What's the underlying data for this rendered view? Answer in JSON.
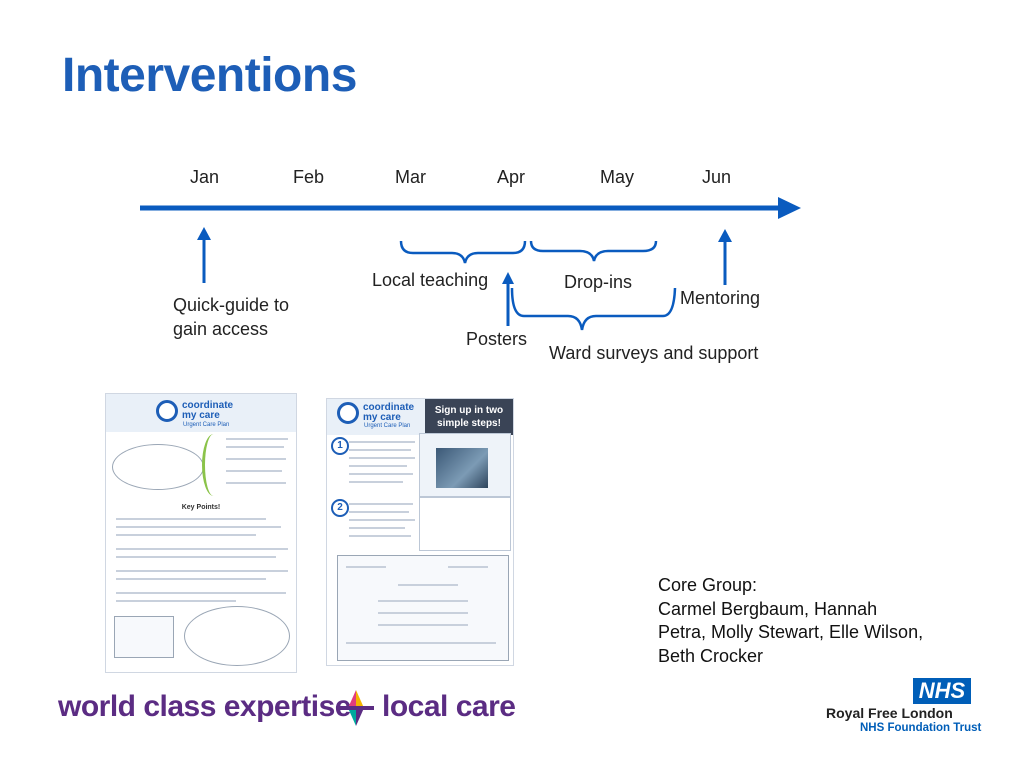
{
  "slide": {
    "title": "Interventions"
  },
  "timeline": {
    "months": [
      "Jan",
      "Feb",
      "Mar",
      "Apr",
      "May",
      "Jun"
    ],
    "arrow_color": "#0a5bbf",
    "interventions": {
      "quick_guide": [
        "Quick-guide to",
        "gain access"
      ],
      "local_teaching": "Local teaching",
      "drop_ins": "Drop-ins",
      "mentoring": "Mentoring",
      "posters": "Posters",
      "ward_surveys": "Ward surveys and support"
    }
  },
  "leaflet_left": {
    "logo_lines": [
      "coordinate",
      "my care"
    ],
    "logo_sub": "Urgent Care Plan",
    "key_points": "Key Points!"
  },
  "leaflet_right": {
    "logo_lines": [
      "coordinate",
      "my care"
    ],
    "logo_sub": "Urgent Care Plan",
    "headline": [
      "Sign up in two",
      "simple steps!"
    ],
    "steps": [
      "1",
      "2"
    ]
  },
  "core_group": {
    "lines": [
      "Core Group:",
      "Carmel Bergbaum, Hannah",
      "Petra, Molly Stewart, Elle Wilson,",
      "Beth Crocker"
    ]
  },
  "footer": {
    "tagline_left": "world class expertise",
    "tagline_right": "local care",
    "nhs_badge": "NHS",
    "org_name": "Royal Free London",
    "org_sub": "NHS Foundation Trust"
  }
}
